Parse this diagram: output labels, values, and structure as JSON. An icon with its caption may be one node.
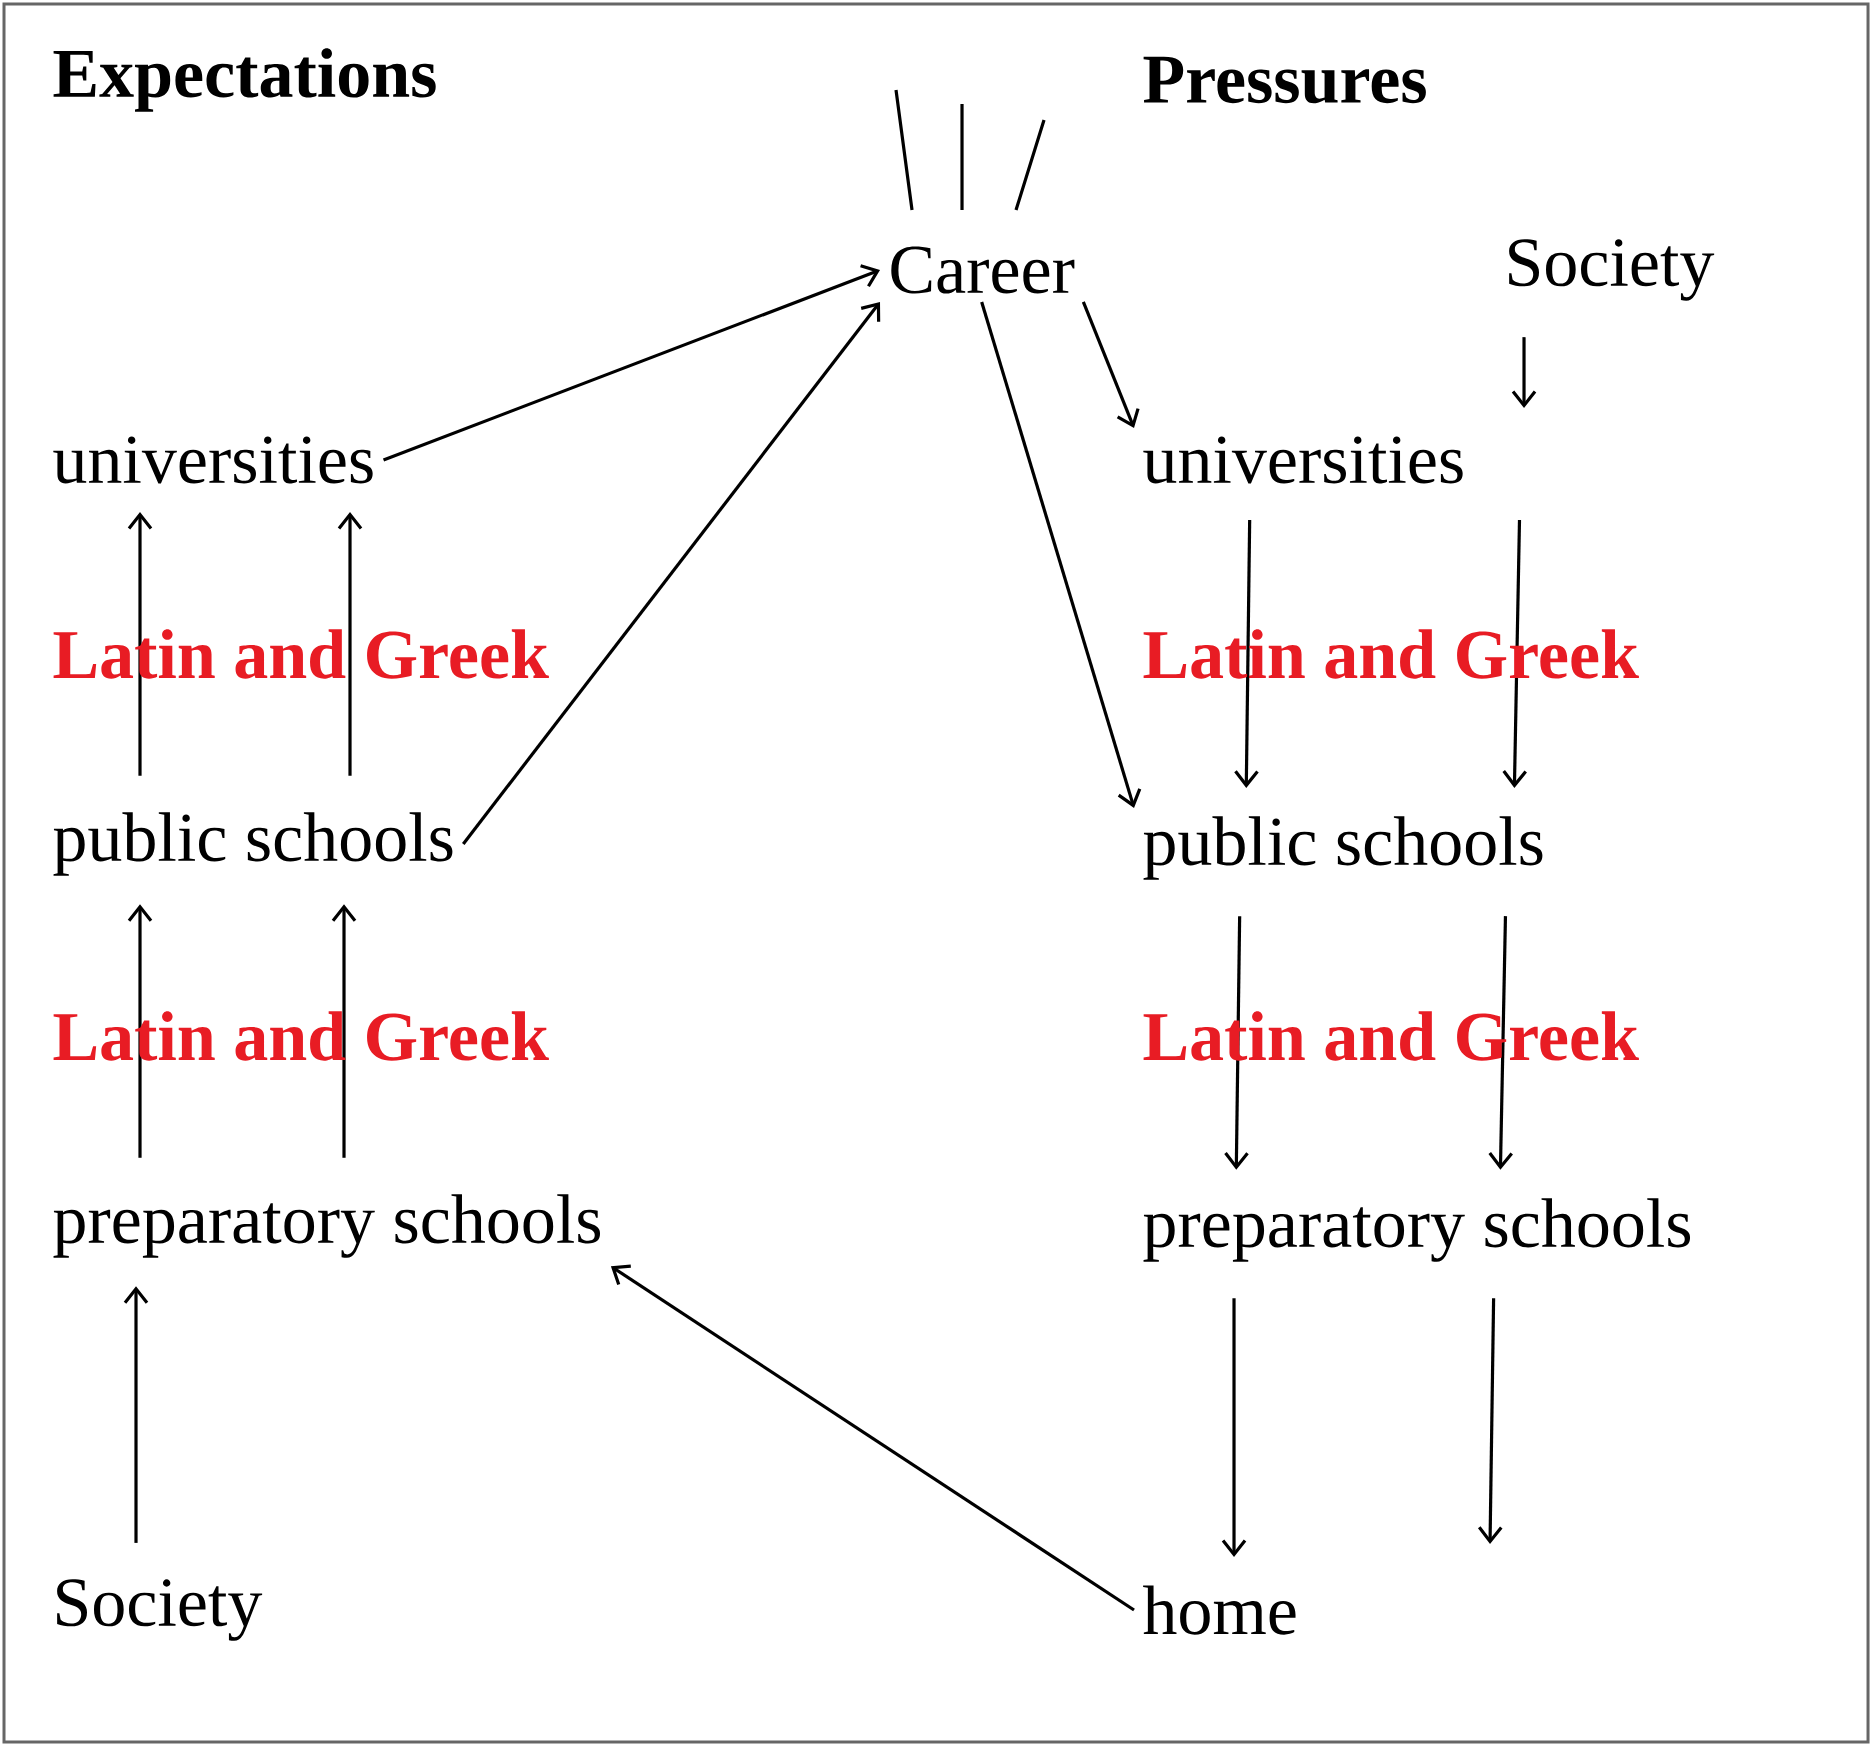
{
  "diagram": {
    "nodes": [
      {
        "text": [
          "Career"
        ]
      },
      {
        "text": [
          "Society"
        ]
      },
      {
        "text": [
          "universities"
        ]
      },
      {
        "text": [
          "universities"
        ]
      },
      {
        "text": [
          "public schools"
        ]
      },
      {
        "text": [
          "public schools"
        ]
      },
      {
        "text": [
          "preparatory schools"
        ]
      },
      {
        "text": [
          "preparatory schools"
        ]
      },
      {
        "text": [
          "Society"
        ]
      },
      {
        "text": [
          "home"
        ]
      }
    ],
    "edges": [
      {
        "from": 2,
        "to": 0,
        "arrow": "to"
      },
      {
        "from": 4,
        "to": 0,
        "arrow": "to"
      },
      {
        "from": 0,
        "to": 3,
        "arrow": "to"
      },
      {
        "from": 0,
        "to": 5,
        "arrow": "to"
      },
      {
        "from": 1,
        "to": 3,
        "arrow": "to"
      },
      {
        "from": 4,
        "to": 2,
        "arrow": "to"
      },
      {
        "from": 4,
        "to": 2,
        "arrow": "to"
      },
      {
        "from": 6,
        "to": 4,
        "arrow": "to"
      },
      {
        "from": 6,
        "to": 4,
        "arrow": "to"
      },
      {
        "from": 8,
        "to": 6,
        "arrow": "to"
      },
      {
        "from": 3,
        "to": 5,
        "arrow": "to"
      },
      {
        "from": 3,
        "to": 5,
        "arrow": "to"
      },
      {
        "from": 5,
        "to": 7,
        "arrow": "to"
      },
      {
        "from": 5,
        "to": 7,
        "arrow": "to"
      },
      {
        "from": 7,
        "to": 9,
        "arrow": "to"
      },
      {
        "from": 7,
        "to": null,
        "arrow": "to"
      },
      {
        "from": 9,
        "to": 6,
        "arrow": "to"
      }
    ],
    "labels": [
      "Expectations",
      "Pressures",
      "Latin and Greek",
      "Latin and Greek",
      "Latin and Greek",
      "Latin and Greek"
    ]
  }
}
